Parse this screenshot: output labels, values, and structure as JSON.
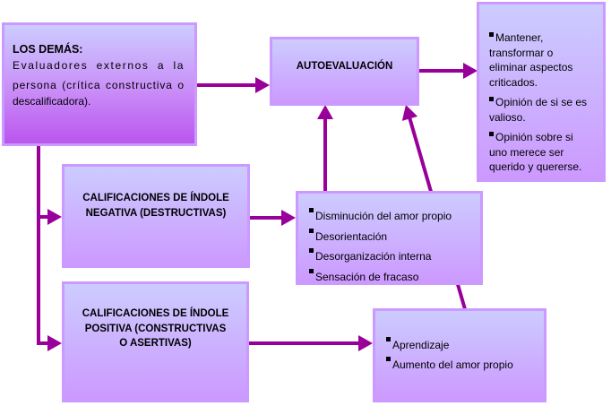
{
  "colors": {
    "arrow": "#990099",
    "box_top": "#ccccff",
    "box_bottom": "#cc99ff",
    "box_border": "#cc99ff",
    "accent_bottom": "#bb55ee",
    "text": "#000000"
  },
  "nodes": {
    "others": {
      "title": "LOS DEMÁS:",
      "description_lines": [
        "Evaluadores externos a la",
        "persona (crítica constructiva o",
        "descalificadora)."
      ]
    },
    "self_evaluation": {
      "label": "AUTOEVALUACIÓN"
    },
    "outcomes": {
      "bullet_icon": "square-bullet",
      "items": [
        {
          "lines": [
            "Mantener,",
            "transformar o",
            "eliminar aspectos",
            "criticados."
          ]
        },
        {
          "lines": [
            "Opinión de si se es",
            "valioso."
          ]
        },
        {
          "lines": [
            "Opinión sobre si",
            "uno merece ser",
            "querido y quererse."
          ]
        }
      ]
    },
    "negative": {
      "lines": [
        "CALIFICACIONES DE ÍNDOLE",
        "NEGATIVA (DESTRUCTIVAS)"
      ]
    },
    "negative_effects": {
      "items": [
        "Disminución del amor propio",
        "Desorientación",
        "Desorganización interna",
        "Sensación de fracaso"
      ]
    },
    "positive": {
      "lines": [
        "CALIFICACIONES DE ÍNDOLE",
        "POSITIVA (CONSTRUCTIVAS",
        "O ASERTIVAS)"
      ]
    },
    "positive_effects": {
      "items": [
        "Aprendizaje",
        "Aumento del amor propio"
      ]
    }
  },
  "edges": [
    {
      "from": "others",
      "to": "self_evaluation"
    },
    {
      "from": "self_evaluation",
      "to": "outcomes"
    },
    {
      "from": "others",
      "to": "negative"
    },
    {
      "from": "others",
      "to": "positive"
    },
    {
      "from": "negative",
      "to": "negative_effects"
    },
    {
      "from": "positive",
      "to": "positive_effects"
    },
    {
      "from": "negative_effects",
      "to": "self_evaluation"
    },
    {
      "from": "positive_effects",
      "to": "self_evaluation"
    }
  ]
}
